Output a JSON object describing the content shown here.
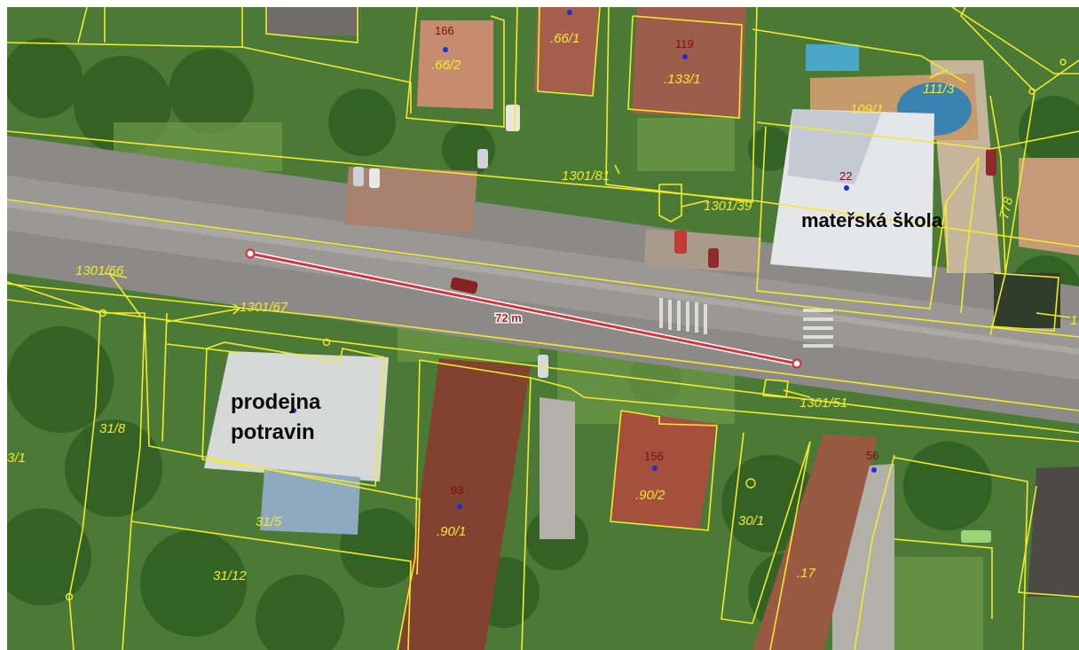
{
  "map": {
    "poi_labels": [
      {
        "id": "school",
        "text": "mateřská škola"
      },
      {
        "id": "shop-line1",
        "text": "prodejna"
      },
      {
        "id": "shop-line2",
        "text": "potravin"
      }
    ],
    "measurement": {
      "label": "72 m"
    },
    "parcel_labels": [
      {
        "id": "p66-2",
        "text": ".66/2"
      },
      {
        "id": "p66-1",
        "text": ".66/1"
      },
      {
        "id": "p133-1",
        "text": ".133/1"
      },
      {
        "id": "p109-1",
        "text": "109/1"
      },
      {
        "id": "p111-3",
        "text": "111/3"
      },
      {
        "id": "p1301-81",
        "text": "1301/81"
      },
      {
        "id": "p1301-39",
        "text": "1301/39"
      },
      {
        "id": "p1301-66",
        "text": "1301/66"
      },
      {
        "id": "p1301-67",
        "text": "1301/67"
      },
      {
        "id": "p1301-51",
        "text": "1301/51"
      },
      {
        "id": "p31-8",
        "text": "31/8"
      },
      {
        "id": "p3-1",
        "text": "3/1"
      },
      {
        "id": "p31-5",
        "text": "31/5"
      },
      {
        "id": "p31-12",
        "text": "31/12"
      },
      {
        "id": "p90-1",
        "text": ".90/1"
      },
      {
        "id": "p90-2",
        "text": ".90/2"
      },
      {
        "id": "p30-1",
        "text": "30/1"
      },
      {
        "id": "p17",
        "text": ".17"
      },
      {
        "id": "p778",
        "text": "778"
      },
      {
        "id": "p1",
        "text": "1"
      }
    ],
    "building_numbers": [
      {
        "id": "b166",
        "text": "166"
      },
      {
        "id": "b119",
        "text": "119"
      },
      {
        "id": "b22",
        "text": "22"
      },
      {
        "id": "b93",
        "text": "93"
      },
      {
        "id": "b156",
        "text": "156"
      },
      {
        "id": "b56",
        "text": "56"
      }
    ],
    "colors": {
      "parcel_line": "#f2ea2e",
      "measure_line": "#d6323f",
      "building_point": "#1a2fd6"
    }
  }
}
